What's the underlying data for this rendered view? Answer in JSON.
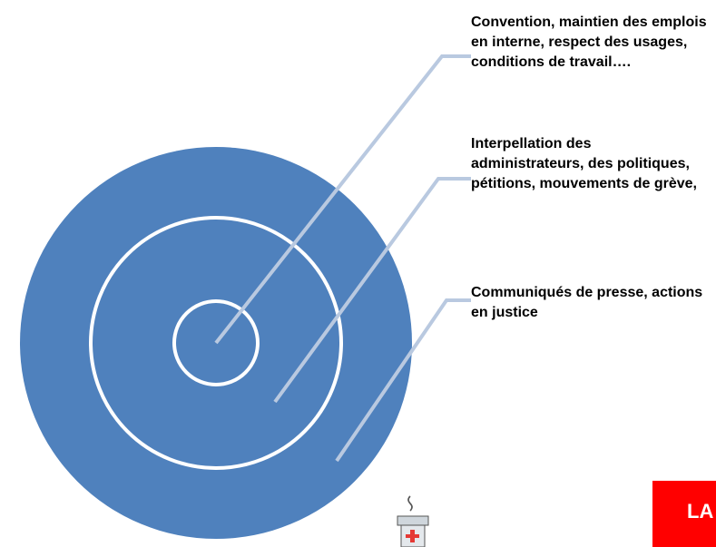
{
  "rings": [
    {
      "level": "inner",
      "text": "Convention, maintien des emplois en interne, respect des usages, conditions de travail…."
    },
    {
      "level": "middle",
      "text": "Interpellation des administrateurs, des politiques, pétitions, mouvements de grève,"
    },
    {
      "level": "outer",
      "text": "Communiqués de presse, actions en justice"
    }
  ],
  "badge": {
    "text": "LA"
  },
  "colors": {
    "disc_fill": "#4f81bd",
    "ring_stroke": "#ffffff",
    "leader_line": "#b9c9e0",
    "badge": "#ff0000"
  },
  "icons": {
    "mascot": "coffee-cup-first-aid-icon"
  }
}
